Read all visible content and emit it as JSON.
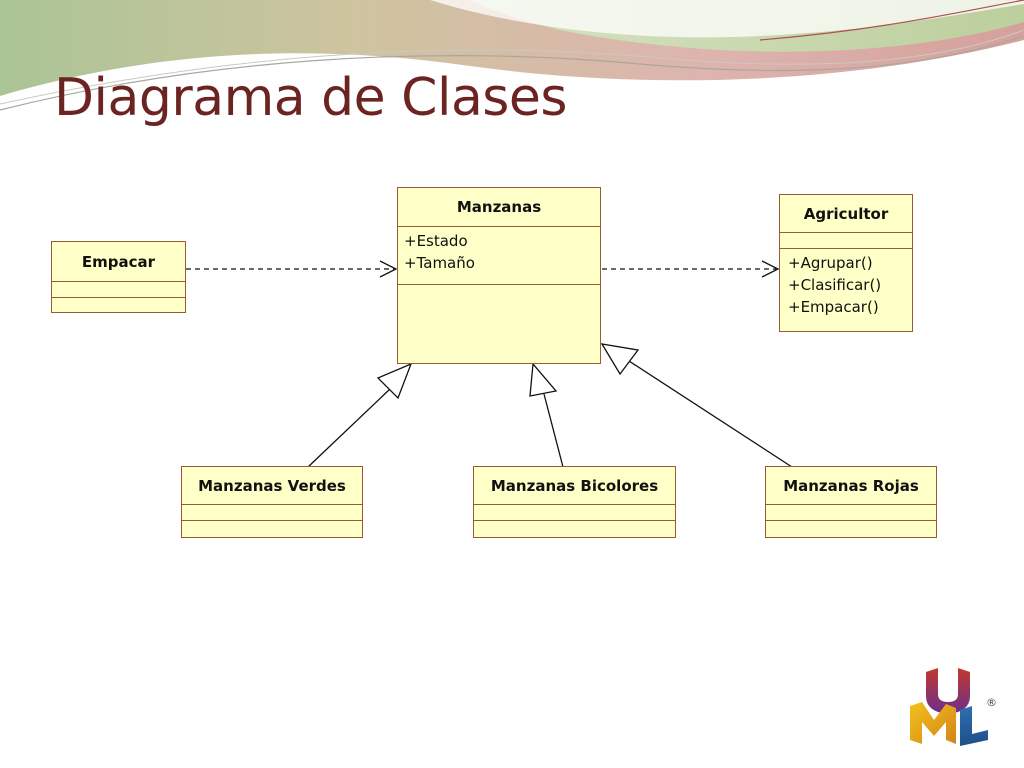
{
  "slide": {
    "title": "Diagrama de Clases"
  },
  "theme": {
    "title_color": "#6b2422",
    "class_fill": "#ffffc8",
    "class_border": "#9c5a33"
  },
  "diagram": {
    "classes": [
      {
        "id": "manzanas",
        "name": "Manzanas",
        "attributes": [
          "+Estado",
          "+Tamaño"
        ],
        "operations": []
      },
      {
        "id": "empacar",
        "name": "Empacar",
        "attributes": [],
        "operations": []
      },
      {
        "id": "agricultor",
        "name": "Agricultor",
        "attributes": [],
        "operations": [
          "+Agrupar()",
          "+Clasificar()",
          "+Empacar()"
        ]
      },
      {
        "id": "verdes",
        "name": "Manzanas Verdes",
        "attributes": [],
        "operations": []
      },
      {
        "id": "bicolores",
        "name": "Manzanas Bicolores",
        "attributes": [],
        "operations": []
      },
      {
        "id": "rojas",
        "name": "Manzanas Rojas",
        "attributes": [],
        "operations": []
      }
    ],
    "relations": [
      {
        "type": "dependency",
        "from": "empacar",
        "to": "manzanas"
      },
      {
        "type": "dependency",
        "from": "manzanas",
        "to": "agricultor"
      },
      {
        "type": "generalization",
        "from": "verdes",
        "to": "manzanas"
      },
      {
        "type": "generalization",
        "from": "bicolores",
        "to": "manzanas"
      },
      {
        "type": "generalization",
        "from": "rojas",
        "to": "manzanas"
      }
    ]
  },
  "logo": {
    "name": "uml-logo",
    "letters": "UML",
    "registered": "®"
  }
}
